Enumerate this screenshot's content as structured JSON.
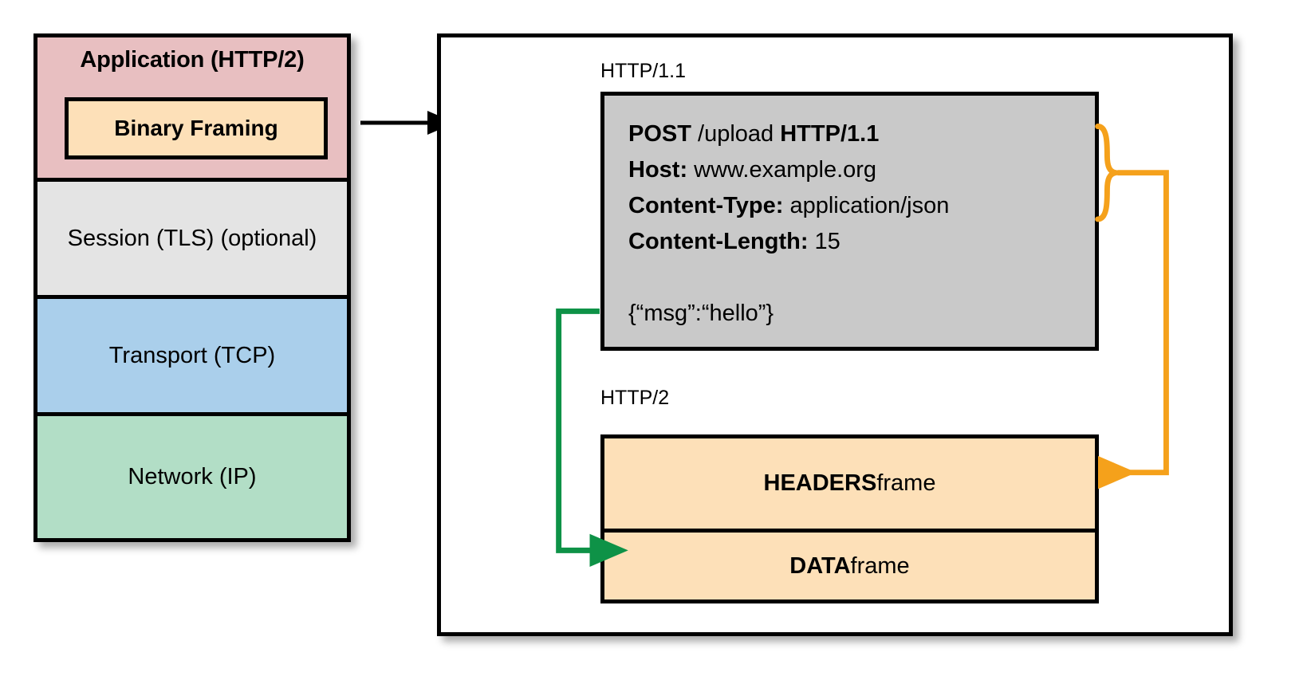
{
  "stack": {
    "layers": [
      {
        "id": "application",
        "label": "Application (HTTP/2)",
        "color": "#e8bfc1"
      },
      {
        "id": "session",
        "label": "Session (TLS) (optional)",
        "color": "#e4e4e4"
      },
      {
        "id": "transport",
        "label": "Transport (TCP)",
        "color": "#aacfeb"
      },
      {
        "id": "network",
        "label": "Network (IP)",
        "color": "#b2dec6"
      }
    ],
    "binary_framing_label": "Binary Framing",
    "binary_framing_color": "#fde0b8"
  },
  "panel": {
    "http11": {
      "caption": "HTTP/1.1",
      "box_color": "#c9c9c9",
      "request_line": {
        "method": "POST",
        "path": " /upload ",
        "version": "HTTP/1.1"
      },
      "headers": [
        {
          "name": "Host:",
          "value": " www.example.org"
        },
        {
          "name": "Content-Type:",
          "value": " application/json"
        },
        {
          "name": "Content-Length:",
          "value": " 15"
        }
      ],
      "body": "{“msg”:“hello”}"
    },
    "http2": {
      "caption": "HTTP/2",
      "box_color": "#fde0b8",
      "frames": [
        {
          "id": "headers",
          "name": "HEADERS",
          "suffix": " frame"
        },
        {
          "id": "data",
          "name": "DATA",
          "suffix": " frame"
        }
      ]
    }
  },
  "connectors": {
    "flow_arrow_color": "#000000",
    "headers_mapping_color": "#F5A11B",
    "body_mapping_color": "#0E9247"
  }
}
